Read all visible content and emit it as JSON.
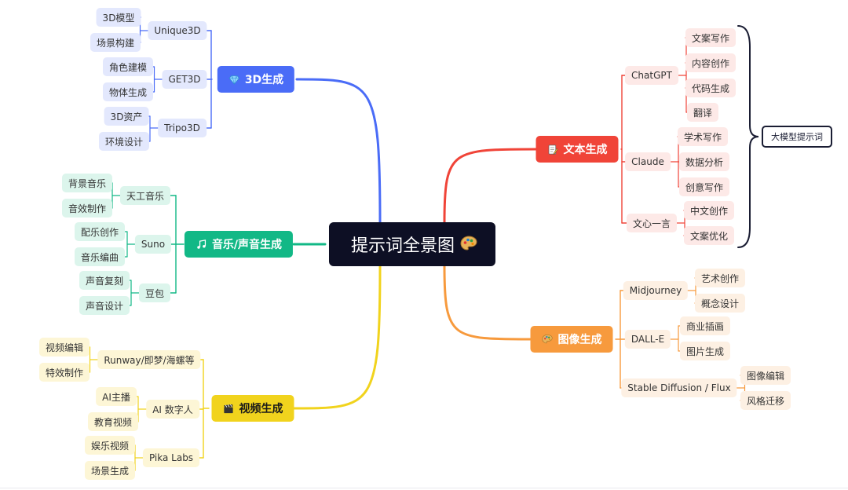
{
  "center": {
    "title": "提示词全景图",
    "icon": "palette-icon"
  },
  "colors": {
    "center_bg": "#0d0f24",
    "text_branch": "#f04438",
    "image_branch": "#f79a3d",
    "video_branch": "#f1d31d",
    "music_branch": "#12b886",
    "threed_branch": "#4a6cf7"
  },
  "branches": [
    {
      "key": "text",
      "label": "文本生成",
      "icon": "memo-icon",
      "color": "#f04438",
      "sub_fill": "#fde9e7",
      "text_color": "#333333",
      "children": [
        {
          "label": "ChatGPT",
          "children": [
            "文案写作",
            "内容创作",
            "代码生成",
            "翻译"
          ]
        },
        {
          "label": "Claude",
          "children": [
            "学术写作",
            "数据分析",
            "创意写作"
          ]
        },
        {
          "label": "文心一言",
          "children": [
            "中文创作",
            "文案优化"
          ]
        }
      ]
    },
    {
      "key": "image",
      "label": "图像生成",
      "icon": "palette-icon",
      "color": "#f79a3d",
      "sub_fill": "#fdf0e3",
      "text_color": "#333333",
      "children": [
        {
          "label": "Midjourney",
          "children": [
            "艺术创作",
            "概念设计"
          ]
        },
        {
          "label": "DALL-E",
          "children": [
            "商业插画",
            "图片生成"
          ]
        },
        {
          "label": "Stable Diffusion / Flux",
          "children": [
            "图像编辑",
            "风格迁移"
          ]
        }
      ]
    },
    {
      "key": "video",
      "label": "视频生成",
      "icon": "clapper-icon",
      "color": "#f1d31d",
      "sub_fill": "#fdf6d6",
      "text_color": "#1a1a1a",
      "children": [
        {
          "label": "Runway/即梦/海螺等",
          "children": [
            "视频编辑",
            "特效制作"
          ]
        },
        {
          "label": "AI 数字人",
          "children": [
            "AI主播",
            "教育视频"
          ]
        },
        {
          "label": "Pika Labs",
          "children": [
            "娱乐视频",
            "场景生成"
          ]
        }
      ]
    },
    {
      "key": "music",
      "label": "音乐/声音生成",
      "icon": "music-note-icon",
      "color": "#12b886",
      "sub_fill": "#dcf5ec",
      "text_color": "#1a1a1a",
      "children": [
        {
          "label": "天工音乐",
          "children": [
            "背景音乐",
            "音效制作"
          ]
        },
        {
          "label": "Suno",
          "children": [
            "配乐创作",
            "音乐编曲"
          ]
        },
        {
          "label": "豆包",
          "children": [
            "声音复刻",
            "声音设计"
          ]
        }
      ]
    },
    {
      "key": "threed",
      "label": "3D生成",
      "icon": "gem-icon",
      "color": "#4a6cf7",
      "sub_fill": "#e3e8fd",
      "text_color": "#333333",
      "children": [
        {
          "label": "Unique3D",
          "children": [
            "3D模型",
            "场景构建"
          ]
        },
        {
          "label": "GET3D",
          "children": [
            "角色建模",
            "物体生成"
          ]
        },
        {
          "label": "Tripo3D",
          "children": [
            "3D资产",
            "环境设计"
          ]
        }
      ]
    }
  ],
  "bracket_label": "大模型提示词"
}
